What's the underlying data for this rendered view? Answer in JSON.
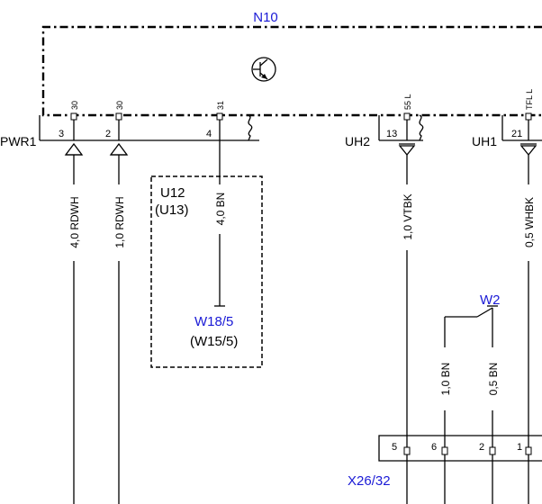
{
  "module": {
    "name": "N10"
  },
  "pins": [
    {
      "id": "p30a",
      "pin_label": "30",
      "num": "3"
    },
    {
      "id": "p30b",
      "pin_label": "30",
      "num": "2"
    },
    {
      "id": "p31",
      "pin_label": "31",
      "num": "4"
    },
    {
      "id": "p55l",
      "pin_label": "55 L",
      "num": "13"
    },
    {
      "id": "ptfl",
      "pin_label": "TFL L",
      "num": "21"
    }
  ],
  "groups": {
    "pwr": "PWR1",
    "uh2": "UH2",
    "uh1": "UH1"
  },
  "wires": [
    {
      "id": "w1",
      "label": "4,0 RDWH"
    },
    {
      "id": "w2",
      "label": "1,0 RDWH"
    },
    {
      "id": "w3",
      "label": "4,0 BN"
    },
    {
      "id": "w4",
      "label": "1,0 VTBK"
    },
    {
      "id": "w5",
      "label": "0,5 WHBK"
    },
    {
      "id": "w6",
      "label": "1,0 BN"
    },
    {
      "id": "w7",
      "label": "0,5 BN"
    }
  ],
  "option_box": {
    "line1": "U12",
    "line2": "(U13)"
  },
  "ground_point": {
    "name": "W18/5",
    "alt": "(W15/5)"
  },
  "splice": {
    "name": "W2"
  },
  "connector": {
    "name": "X26/32",
    "pins": [
      "5",
      "6",
      "2",
      "1"
    ]
  }
}
